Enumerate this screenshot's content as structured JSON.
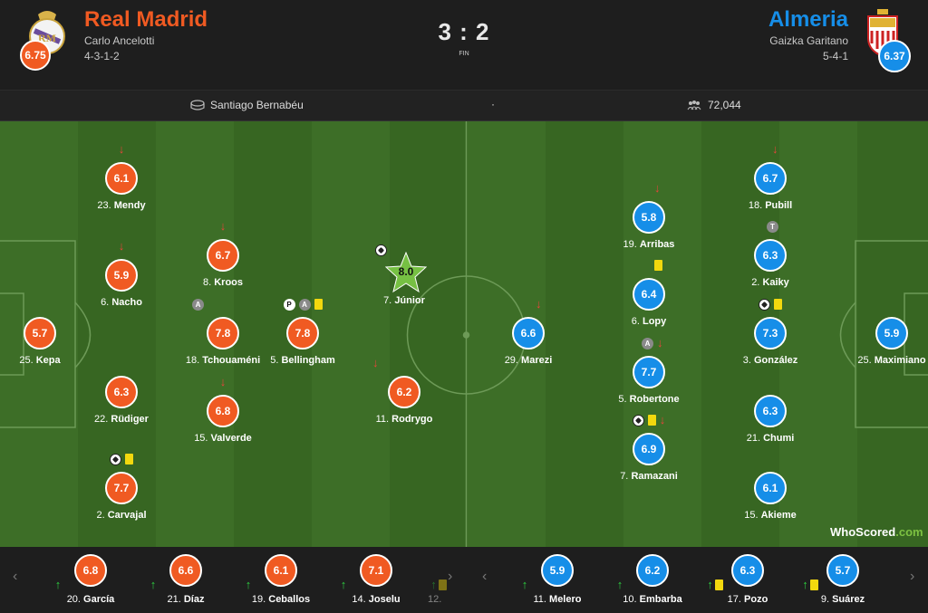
{
  "match": {
    "score": "3 : 2",
    "status": "FIN"
  },
  "home": {
    "name": "Real Madrid",
    "coach": "Carlo Ancelotti",
    "formation": "4-3-1-2",
    "rating": "6.75",
    "color": "#f05a22"
  },
  "away": {
    "name": "Almeria",
    "coach": "Gaizka Garitano",
    "formation": "5-4-1",
    "rating": "6.37",
    "color": "#168ee8"
  },
  "info": {
    "stadium": "Santiago Bernabéu",
    "separator": "·",
    "attendance": "72,044"
  },
  "home_players": [
    {
      "num": "25.",
      "name": "Kepa",
      "rating": "5.7"
    },
    {
      "num": "23.",
      "name": "Mendy",
      "rating": "6.1"
    },
    {
      "num": "6.",
      "name": "Nacho",
      "rating": "5.9"
    },
    {
      "num": "22.",
      "name": "Rüdiger",
      "rating": "6.3"
    },
    {
      "num": "2.",
      "name": "Carvajal",
      "rating": "7.7"
    },
    {
      "num": "8.",
      "name": "Kroos",
      "rating": "6.7"
    },
    {
      "num": "18.",
      "name": "Tchouaméni",
      "rating": "7.8"
    },
    {
      "num": "15.",
      "name": "Valverde",
      "rating": "6.8"
    },
    {
      "num": "5.",
      "name": "Bellingham",
      "rating": "7.8"
    },
    {
      "num": "7.",
      "name": "Júnior",
      "rating": "8.0"
    },
    {
      "num": "11.",
      "name": "Rodrygo",
      "rating": "6.2"
    }
  ],
  "away_players": [
    {
      "num": "25.",
      "name": "Maximiano",
      "rating": "5.9"
    },
    {
      "num": "18.",
      "name": "Pubill",
      "rating": "6.7"
    },
    {
      "num": "2.",
      "name": "Kaiky",
      "rating": "6.3"
    },
    {
      "num": "3.",
      "name": "González",
      "rating": "7.3"
    },
    {
      "num": "21.",
      "name": "Chumi",
      "rating": "6.3"
    },
    {
      "num": "15.",
      "name": "Akieme",
      "rating": "6.1"
    },
    {
      "num": "19.",
      "name": "Arribas",
      "rating": "5.8"
    },
    {
      "num": "6.",
      "name": "Lopy",
      "rating": "6.4"
    },
    {
      "num": "5.",
      "name": "Robertone",
      "rating": "7.7"
    },
    {
      "num": "7.",
      "name": "Ramazani",
      "rating": "6.9"
    },
    {
      "num": "29.",
      "name": "Marezi",
      "rating": "6.6"
    }
  ],
  "home_bench": [
    {
      "num": "20.",
      "name": "García",
      "rating": "6.8"
    },
    {
      "num": "21.",
      "name": "Díaz",
      "rating": "6.6"
    },
    {
      "num": "19.",
      "name": "Ceballos",
      "rating": "6.1"
    },
    {
      "num": "14.",
      "name": "Joselu",
      "rating": "7.1"
    },
    {
      "num": "12.",
      "name": ""
    }
  ],
  "away_bench": [
    {
      "num": "11.",
      "name": "Melero",
      "rating": "5.9"
    },
    {
      "num": "10.",
      "name": "Embarba",
      "rating": "6.2"
    },
    {
      "num": "17.",
      "name": "Pozo",
      "rating": "6.3"
    },
    {
      "num": "9.",
      "name": "Suárez",
      "rating": "5.7"
    }
  ],
  "icons": {
    "badges": {
      "assist": "A",
      "penalty": "P",
      "captain": "T"
    },
    "prev": "‹",
    "next": "›"
  },
  "brand": {
    "text": "WhoScored",
    "suffix": ".com"
  }
}
